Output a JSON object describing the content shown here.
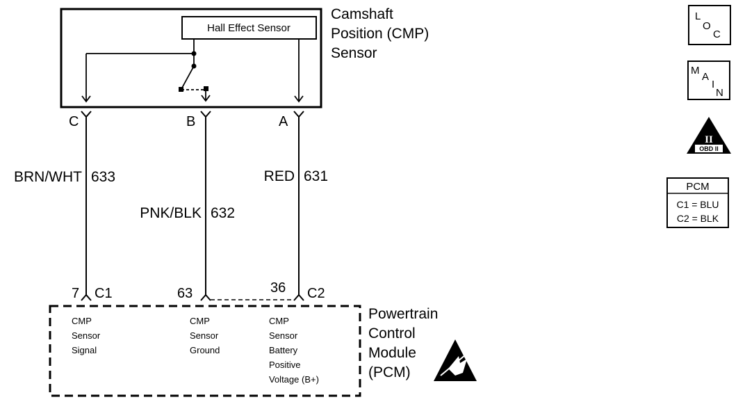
{
  "sensor": {
    "title_lines": [
      "Camshaft",
      "Position (CMP)",
      "Sensor"
    ],
    "hall_label": "Hall Effect Sensor"
  },
  "pins": {
    "c": "C",
    "b": "B",
    "a": "A"
  },
  "wires": {
    "w633": {
      "color": "BRN/WHT",
      "number": "633"
    },
    "w632": {
      "color": "PNK/BLK",
      "number": "632"
    },
    "w631": {
      "color": "RED",
      "number": "631"
    }
  },
  "pcm_terminals": {
    "t7": {
      "pin": "7",
      "connector": "C1"
    },
    "t63": {
      "pin": "63"
    },
    "t36": {
      "pin": "36",
      "connector": "C2"
    }
  },
  "pcm": {
    "title_lines": [
      "Powertrain",
      "Control",
      "Module",
      "(PCM)"
    ],
    "signal_lines": [
      "CMP",
      "Sensor",
      "Signal"
    ],
    "ground_lines": [
      "CMP",
      "Sensor",
      "Ground"
    ],
    "battery_lines": [
      "CMP",
      "Sensor",
      "Battery",
      "Positive",
      "Voltage (B+)"
    ]
  },
  "side_icons": {
    "loc": {
      "top": "L",
      "bottom": "O",
      "sub": "C"
    },
    "main": {
      "m": "M",
      "a": "A",
      "i": "I",
      "n": "N"
    },
    "obd": {
      "numeral": "II",
      "label": "OBD II"
    },
    "pcm_key": {
      "title": "PCM",
      "line1": "C1 = BLU",
      "line2": "C2 = BLK"
    }
  }
}
